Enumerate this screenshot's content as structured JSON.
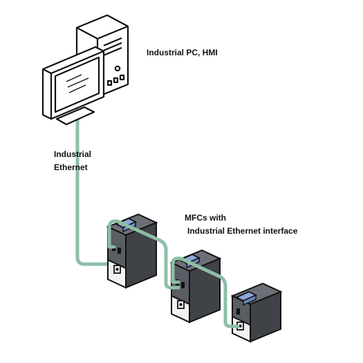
{
  "labels": {
    "pc": "Industrial PC, HMI",
    "ethernet_line1": "Industrial",
    "ethernet_line2": "Ethernet",
    "mfc_line1": "MFCs with",
    "mfc_line2": "Industrial Ethernet interface"
  },
  "devices": {
    "computer": "Industrial PC with monitor",
    "mfc_count": 3
  },
  "colors": {
    "cable": "#8dbfa6",
    "mfc_body": "#5a5d63",
    "mfc_top": "#6d7077",
    "mfc_side": "#3f4247",
    "mfc_base": "#f2f2f2",
    "mfc_connector": "#8fa6d8",
    "outline": "#111111"
  }
}
